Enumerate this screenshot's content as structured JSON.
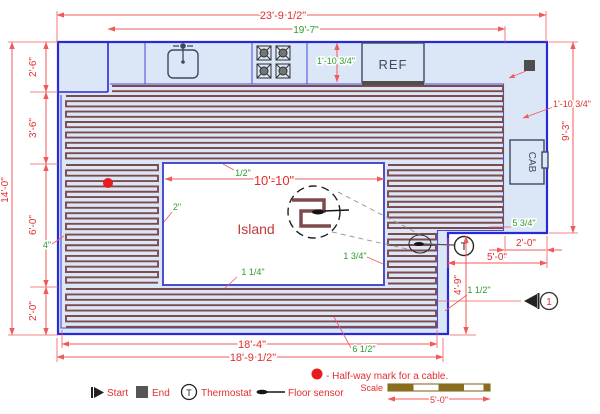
{
  "colors": {
    "wall": "#2a2ad2",
    "inner": "#4a4ad8",
    "islandb": "#4d4dd0",
    "floor": "#dbe7f7",
    "cable": "#7d4b4b",
    "dim": "#f05a5a",
    "dimtext": "#e12f2f",
    "green": "#2e9b2e",
    "islandtext": "#c13a3a",
    "fixture": "#3c4a63",
    "scalebar": "#8a6d1d",
    "dark": "#4e4e4e"
  },
  "dims": {
    "total_width": "23'-9 1/2\"",
    "counter_run": "19'-7\"",
    "counter_depth": "1'-10 3/4\"",
    "right_strip": "1'-10 3/4\"",
    "right_wall": "9'-3\"",
    "left_total": "14'-0\"",
    "seg_top": "2'-6\"",
    "seg_upper": "3'-6\"",
    "seg_mid": "6'-0\"",
    "seg_bottom": "2'-0\"",
    "island_width": "10'-10\"",
    "notch_strip": "2'-0\"",
    "notch_width": "5'-0\"",
    "notch_height": "4'-9\"",
    "bottom_heated": "18'-4\"",
    "bottom_wall": "18'-9 1/2\"",
    "scale_length": "5'-0\""
  },
  "gaps": {
    "wall_gap": "4\"",
    "island_left": "2\"",
    "island_top": "1/2\"",
    "island_bottom": "1 1/4\"",
    "island_right": "1 3/4\"",
    "notch_gap": "1 1/2\"",
    "corner_gap": "5 3/4\"",
    "bottom_gap": "6 1/2\""
  },
  "labels": {
    "island": "Island",
    "fridge": "REF",
    "cabinet": "CAB",
    "thermostat_symbol": "T",
    "cable_number": "1",
    "scale": "Scale"
  },
  "legend": {
    "start": "Start",
    "end": "End",
    "thermostat": "Thermostat",
    "floor_sensor": "Floor sensor",
    "halfway_note": "- Half-way mark for a cable."
  }
}
